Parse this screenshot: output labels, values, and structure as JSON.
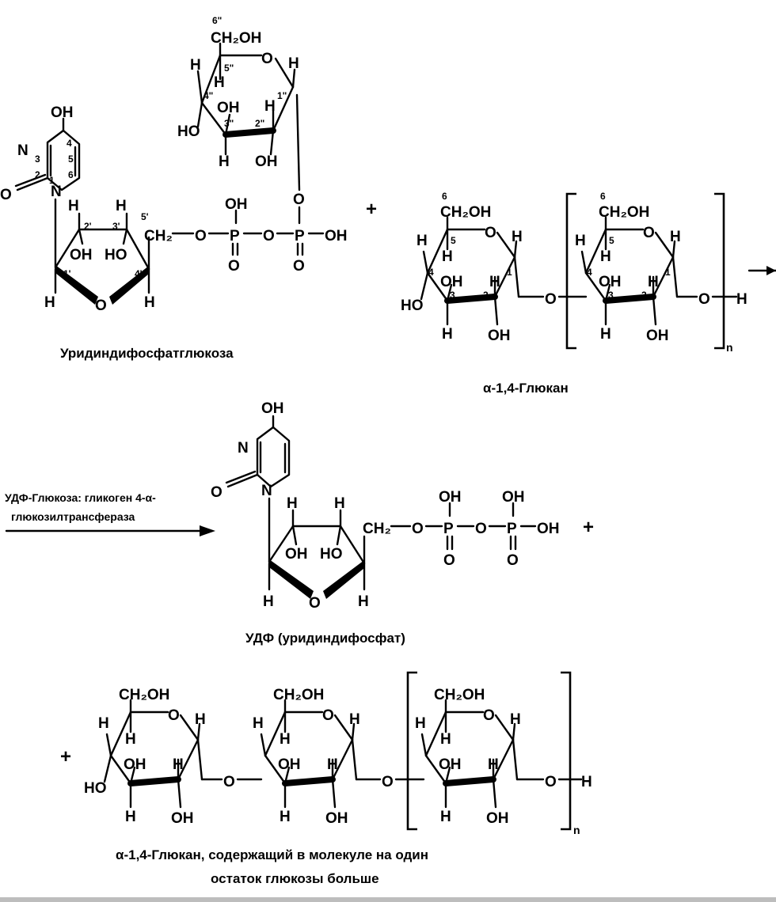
{
  "molecules": {
    "udp_glucose": {
      "name": "Уридиндифосфатглюкоза"
    },
    "glucan": {
      "name": "α-1,4-Глюкан",
      "n": "n"
    },
    "udp": {
      "name": "УДФ  (уридиндифосфат)"
    },
    "product_glucan": {
      "name_line1": "α-1,4-Глюкан, содержащий в молекуле на один",
      "name_line2": "остаток глюкозы больше",
      "n": "n"
    }
  },
  "enzyme": {
    "line1": "УДФ-Глюкоза: гликоген 4-α-",
    "line2": "глюкозилтрансфераза"
  },
  "symbols": {
    "plus": "+",
    "arrow": "→"
  },
  "atoms": {
    "OH": "OH",
    "HO": "HO",
    "H": "H",
    "O": "O",
    "N": "N",
    "P": "P",
    "CH2OH": "CH₂OH",
    "CH2": "CH₂",
    "n1": "1",
    "n2": "2",
    "n3": "3",
    "n4": "4",
    "n5": "5",
    "n6": "6",
    "p1": "1'",
    "p2": "2'",
    "p3": "3'",
    "p4": "4'",
    "p5": "5'",
    "d1": "1\"",
    "d2": "2\"",
    "d3": "3\"",
    "d4": "4\"",
    "d5": "5\"",
    "d6": "6\""
  }
}
